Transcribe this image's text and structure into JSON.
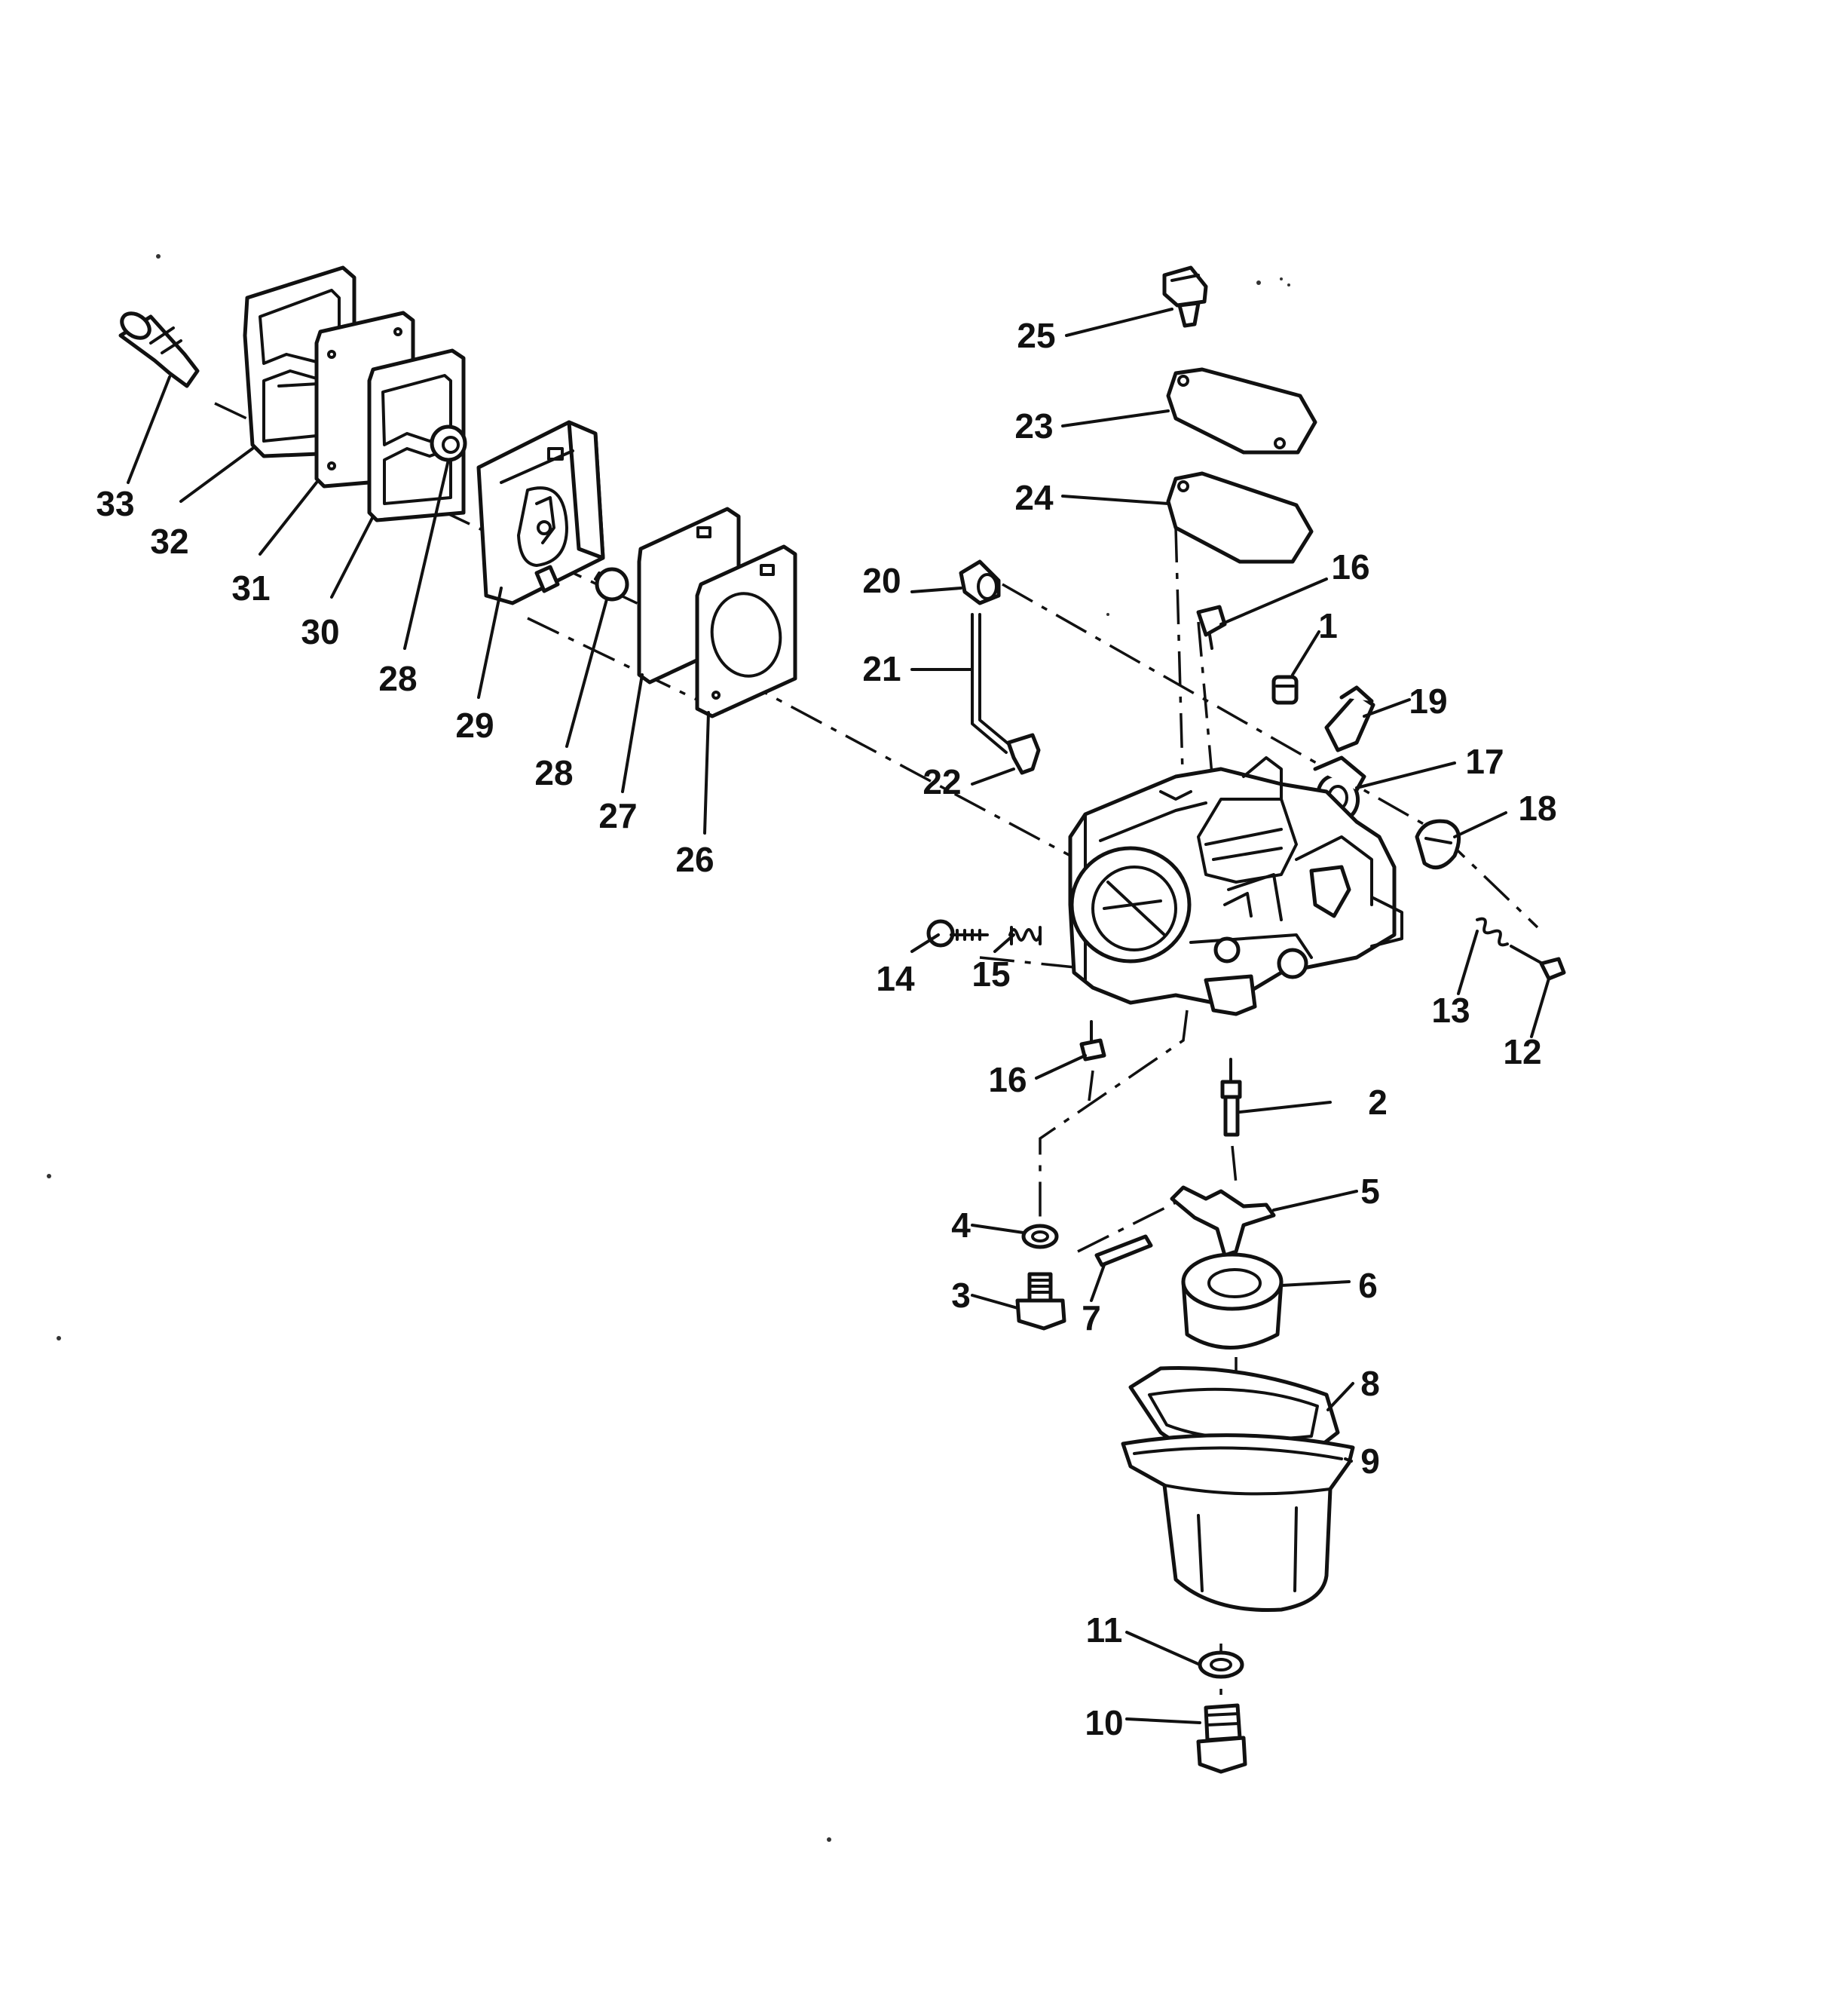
{
  "diagram": {
    "colors": {
      "ink": "#111111",
      "background": "#ffffff"
    },
    "callouts": [
      {
        "id": "c1",
        "label": "1"
      },
      {
        "id": "c2",
        "label": "2"
      },
      {
        "id": "c3",
        "label": "3"
      },
      {
        "id": "c4",
        "label": "4"
      },
      {
        "id": "c5",
        "label": "5"
      },
      {
        "id": "c6",
        "label": "6"
      },
      {
        "id": "c7",
        "label": "7"
      },
      {
        "id": "c8",
        "label": "8"
      },
      {
        "id": "c9",
        "label": "9"
      },
      {
        "id": "c10",
        "label": "10"
      },
      {
        "id": "c11",
        "label": "11"
      },
      {
        "id": "c12",
        "label": "12"
      },
      {
        "id": "c13",
        "label": "13"
      },
      {
        "id": "c14",
        "label": "14"
      },
      {
        "id": "c15",
        "label": "15"
      },
      {
        "id": "c16a",
        "label": "16"
      },
      {
        "id": "c16b",
        "label": "16"
      },
      {
        "id": "c17",
        "label": "17"
      },
      {
        "id": "c18",
        "label": "18"
      },
      {
        "id": "c19",
        "label": "19"
      },
      {
        "id": "c20",
        "label": "20"
      },
      {
        "id": "c21",
        "label": "21"
      },
      {
        "id": "c22",
        "label": "22"
      },
      {
        "id": "c23",
        "label": "23"
      },
      {
        "id": "c24",
        "label": "24"
      },
      {
        "id": "c25",
        "label": "25"
      },
      {
        "id": "c26",
        "label": "26"
      },
      {
        "id": "c27",
        "label": "27"
      },
      {
        "id": "c28a",
        "label": "28"
      },
      {
        "id": "c28b",
        "label": "28"
      },
      {
        "id": "c29",
        "label": "29"
      },
      {
        "id": "c30",
        "label": "30"
      },
      {
        "id": "c31",
        "label": "31"
      },
      {
        "id": "c32",
        "label": "32"
      },
      {
        "id": "c33",
        "label": "33"
      }
    ]
  }
}
